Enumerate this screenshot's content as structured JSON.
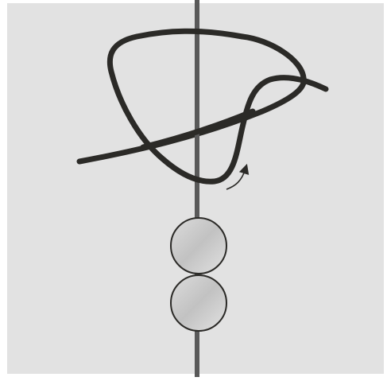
{
  "diagram": {
    "background_color": "#e2e2e2",
    "line_color": "#2b2a27",
    "bead_fill": "#c9c9c9",
    "bead_count": 2,
    "elements": [
      "vertical-line",
      "knot-loop",
      "arrow-icon",
      "bead",
      "bead"
    ]
  }
}
